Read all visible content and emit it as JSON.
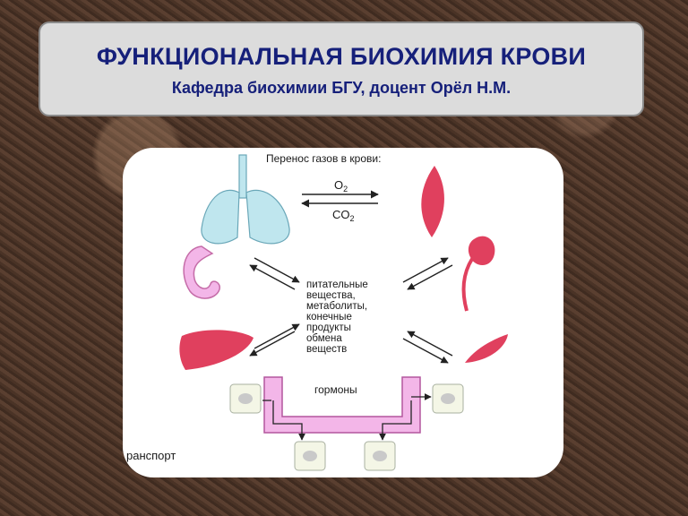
{
  "header": {
    "title": "ФУНКЦИОНАЛЬНАЯ БИОХИМИЯ КРОВИ",
    "subtitle": "Кафедра биохимии БГУ, доцент Орёл Н.М."
  },
  "diagram": {
    "gas_title": "Перенос газов в крови:",
    "o2_label": "O",
    "o2_sub": "2",
    "co2_label": "CO",
    "co2_sub": "2",
    "center_lines": [
      "питательные",
      "вещества,",
      "метаболиты,",
      "конечные",
      "продукты",
      "обмена",
      "веществ"
    ],
    "hormones_label": "гормоны",
    "transport_label": "ранспорт"
  },
  "colors": {
    "header_text": "#16207a",
    "lung": "#bfe6ee",
    "organ_red": "#e0405e",
    "hormone_tube": "#f3b6e8"
  }
}
